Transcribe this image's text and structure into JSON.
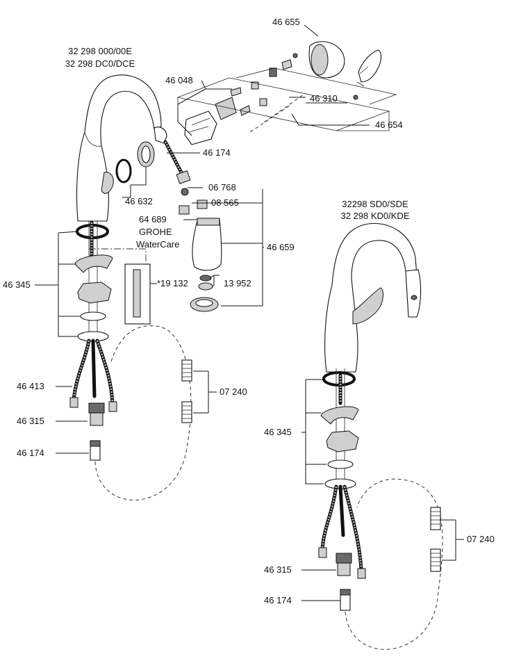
{
  "diagram": {
    "model_labels": {
      "top_left_line1": "32 298 000/00E",
      "top_left_line2": "32 298 DC0/DCE",
      "right_line1": "32298 SD0/SDE",
      "right_line2": "32 298 KD0/KDE"
    },
    "part_labels": {
      "p46655": "46 655",
      "p46048": "46 048",
      "p46310": "46 310",
      "p46654": "46 654",
      "p46174_top": "46 174",
      "p46632": "46 632",
      "p06768": "06 768",
      "p08565": "08 565",
      "p64689": "64 689",
      "grohe": "GROHE",
      "watercare": "WaterCare",
      "p46659": "46 659",
      "p19132": "*19 132",
      "p13952": "13 952",
      "p46345_left": "46 345",
      "p46413": "46 413",
      "p46315_left": "46 315",
      "p46174_left": "46 174",
      "p07240_left": "07 240",
      "p46345_right": "46 345",
      "p07240_right": "07 240",
      "p46315_right": "46 315",
      "p46174_right": "46 174"
    }
  }
}
